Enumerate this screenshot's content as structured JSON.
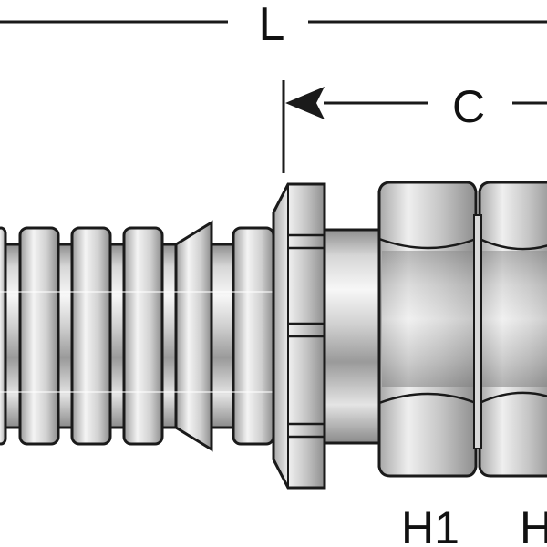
{
  "dimensions": {
    "overall_length_label": "L",
    "cutoff_label": "C"
  },
  "hex_labels": {
    "first": "H1",
    "second": "H"
  },
  "colors": {
    "outline": "#1a1a1a",
    "steel_light": "#f2f2f2",
    "steel_mid": "#b9b9b9",
    "steel_dark": "#7a7a7a",
    "background": "#ffffff"
  }
}
